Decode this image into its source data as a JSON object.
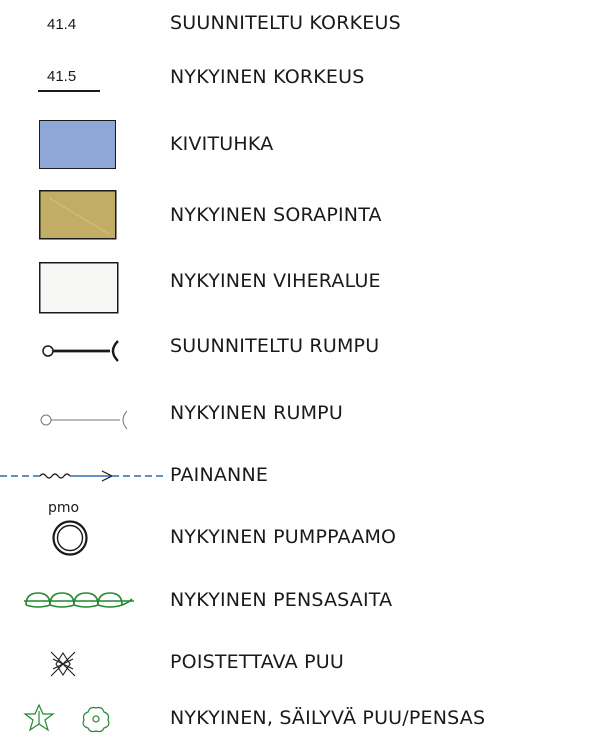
{
  "legend": {
    "planned_elevation": {
      "value": "41.4",
      "label": "SUUNNITELTU KORKEUS"
    },
    "existing_elevation": {
      "value": "41.5",
      "label": "NYKYINEN KORKEUS"
    },
    "stone_dust": {
      "label": "KIVITUHKA",
      "color": "#8ea7d6"
    },
    "existing_gravel": {
      "label": "NYKYINEN SORAPINTA",
      "color": "#c2ad66"
    },
    "existing_green_area": {
      "label": "NYKYINEN VIHERALUE",
      "color": "#f7f7f5"
    },
    "planned_culvert": {
      "label": "SUUNNITELTU RUMPU"
    },
    "existing_culvert": {
      "label": "NYKYINEN RUMPU"
    },
    "depression": {
      "label": "PAINANNE",
      "color": "#2f6bb5"
    },
    "existing_pumping_station": {
      "abbr": "pmo",
      "label": "NYKYINEN PUMPPAAMO"
    },
    "existing_hedge": {
      "label": "NYKYINEN PENSASAITA",
      "color": "#1f8a2e"
    },
    "tree_to_remove": {
      "label": "POISTETTAVA PUU"
    },
    "existing_preserved_tree": {
      "label": "NYKYINEN, SÄILYVÄ PUU/PENSAS",
      "color": "#1f8a2e"
    }
  }
}
